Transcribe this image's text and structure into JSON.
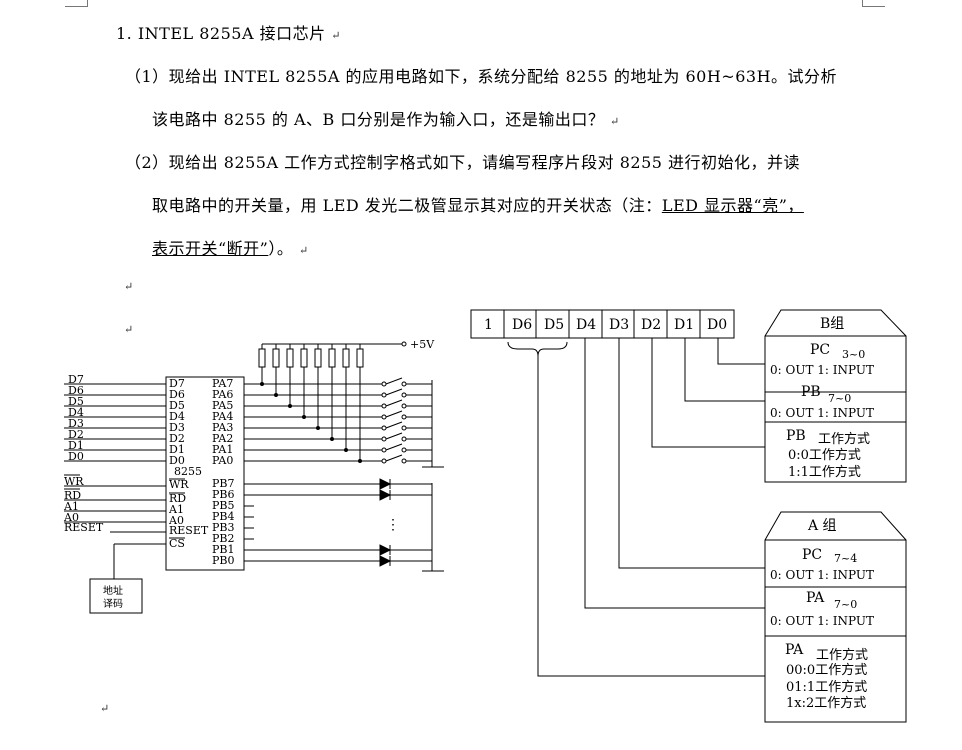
{
  "doc": {
    "title": "1. INTEL 8255A 接口芯片",
    "q1_line1": "（1）现给出 INTEL 8255A 的应用电路如下，系统分配给 8255 的地址为 60H~63H。试分析",
    "q1_line2": "该电路中 8255 的 A、B 口分别是作为输入口，还是输出口？",
    "q2_line1": "（2）现给出 8255A 工作方式控制字格式如下，请编写程序片段对 8255 进行初始化，并读",
    "q2_line2_a": "取电路中的开关量，用 LED 发光二极管显示其对应的开关状态（注：",
    "q2_line2_b": "LED 显示器“亮”，",
    "q2_line3_a": "表示开关“断开”",
    "q2_line3_b": "）。",
    "para_mark": "↵"
  },
  "circuit": {
    "supply": "+5V",
    "chip": "8255",
    "data_bus": [
      "D7",
      "D6",
      "D5",
      "D4",
      "D3",
      "D2",
      "D1",
      "D0"
    ],
    "control": [
      "WR",
      "RD",
      "A1",
      "A0",
      "RESET"
    ],
    "control_pins": [
      "WR",
      "RD",
      "A1",
      "A0",
      "RESET",
      "CS"
    ],
    "pa_pins": [
      "PA7",
      "PA6",
      "PA5",
      "PA4",
      "PA3",
      "PA2",
      "PA1",
      "PA0"
    ],
    "pb_pins": [
      "PB7",
      "PB6",
      "PB5",
      "PB4",
      "PB3",
      "PB2",
      "PB1",
      "PB0"
    ],
    "decoder": [
      "地址",
      "译码"
    ],
    "dots": "⋮"
  },
  "control_word": {
    "bits": [
      "1",
      "D6",
      "D5",
      "D4",
      "D3",
      "D2",
      "D1",
      "D0"
    ],
    "group_b": {
      "title": "B组",
      "pc_head": "PC",
      "pc_sub": "3~0",
      "pc_io": "0: OUT  1: INPUT",
      "pb_head": "PB",
      "pb_sub": "7~0",
      "pb_io": "0: OUT  1: INPUT",
      "pb_mode_head": "PB",
      "pb_mode_title": "工作方式",
      "pb_mode_0": "0:0工作方式",
      "pb_mode_1": "1:1工作方式"
    },
    "group_a": {
      "title": "A  组",
      "pc_head": "PC",
      "pc_sub": "7~4",
      "pc_io": "0: OUT  1: INPUT",
      "pa_head": "PA",
      "pa_sub": "7~0",
      "pa_io": "0: OUT  1: INPUT",
      "pa_mode_head": "PA",
      "pa_mode_title": "工作方式",
      "pa_mode_00": "00:0工作方式",
      "pa_mode_01": "01:1工作方式",
      "pa_mode_1x": "1x:2工作方式"
    }
  }
}
